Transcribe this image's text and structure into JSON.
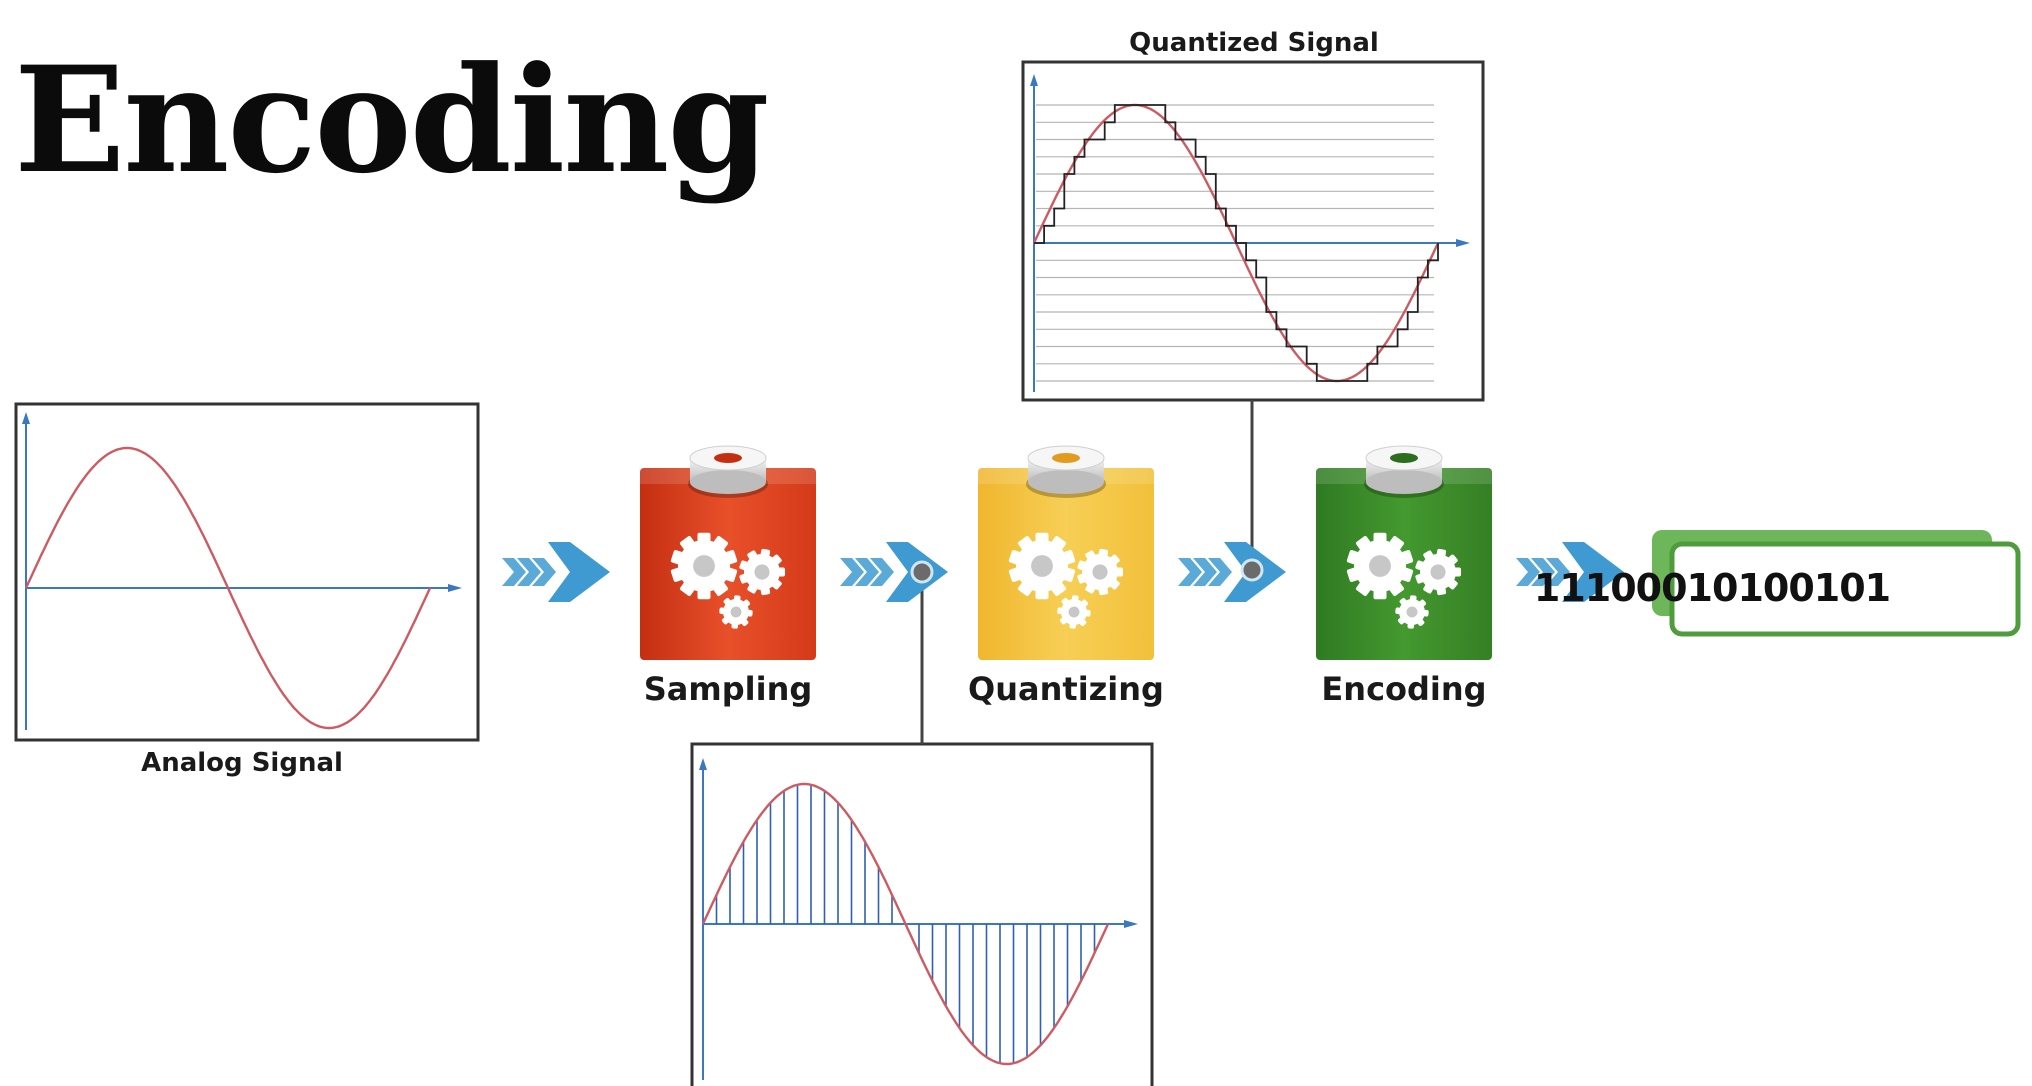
{
  "title": "Encoding",
  "panels": {
    "analog": {
      "caption": "Analog Signal"
    },
    "quantized": {
      "caption": "Quantized Signal"
    }
  },
  "stages": [
    {
      "id": "sampling",
      "label": "Sampling",
      "color": "#e3481f",
      "accent": "#c42f12"
    },
    {
      "id": "quantizing",
      "label": "Quantizing",
      "color": "#f2c03a",
      "accent": "#e39b1f"
    },
    {
      "id": "encoding",
      "label": "Encoding",
      "color": "#3a8a2a",
      "accent": "#2a6e1e"
    }
  ],
  "output": {
    "bits": "11100010100101",
    "color": "#5cab4a"
  },
  "colors": {
    "arrow": "#3e9ad0",
    "sine": "#cc5b62",
    "axis": "#3a78c2",
    "frame": "#333333",
    "stem": "#2f5fb0",
    "quant_grid": "#b5b5b5",
    "quant_step": "#222222"
  },
  "icons": [
    "gear-icon",
    "chevron-arrow-icon",
    "connector-dot-icon"
  ]
}
